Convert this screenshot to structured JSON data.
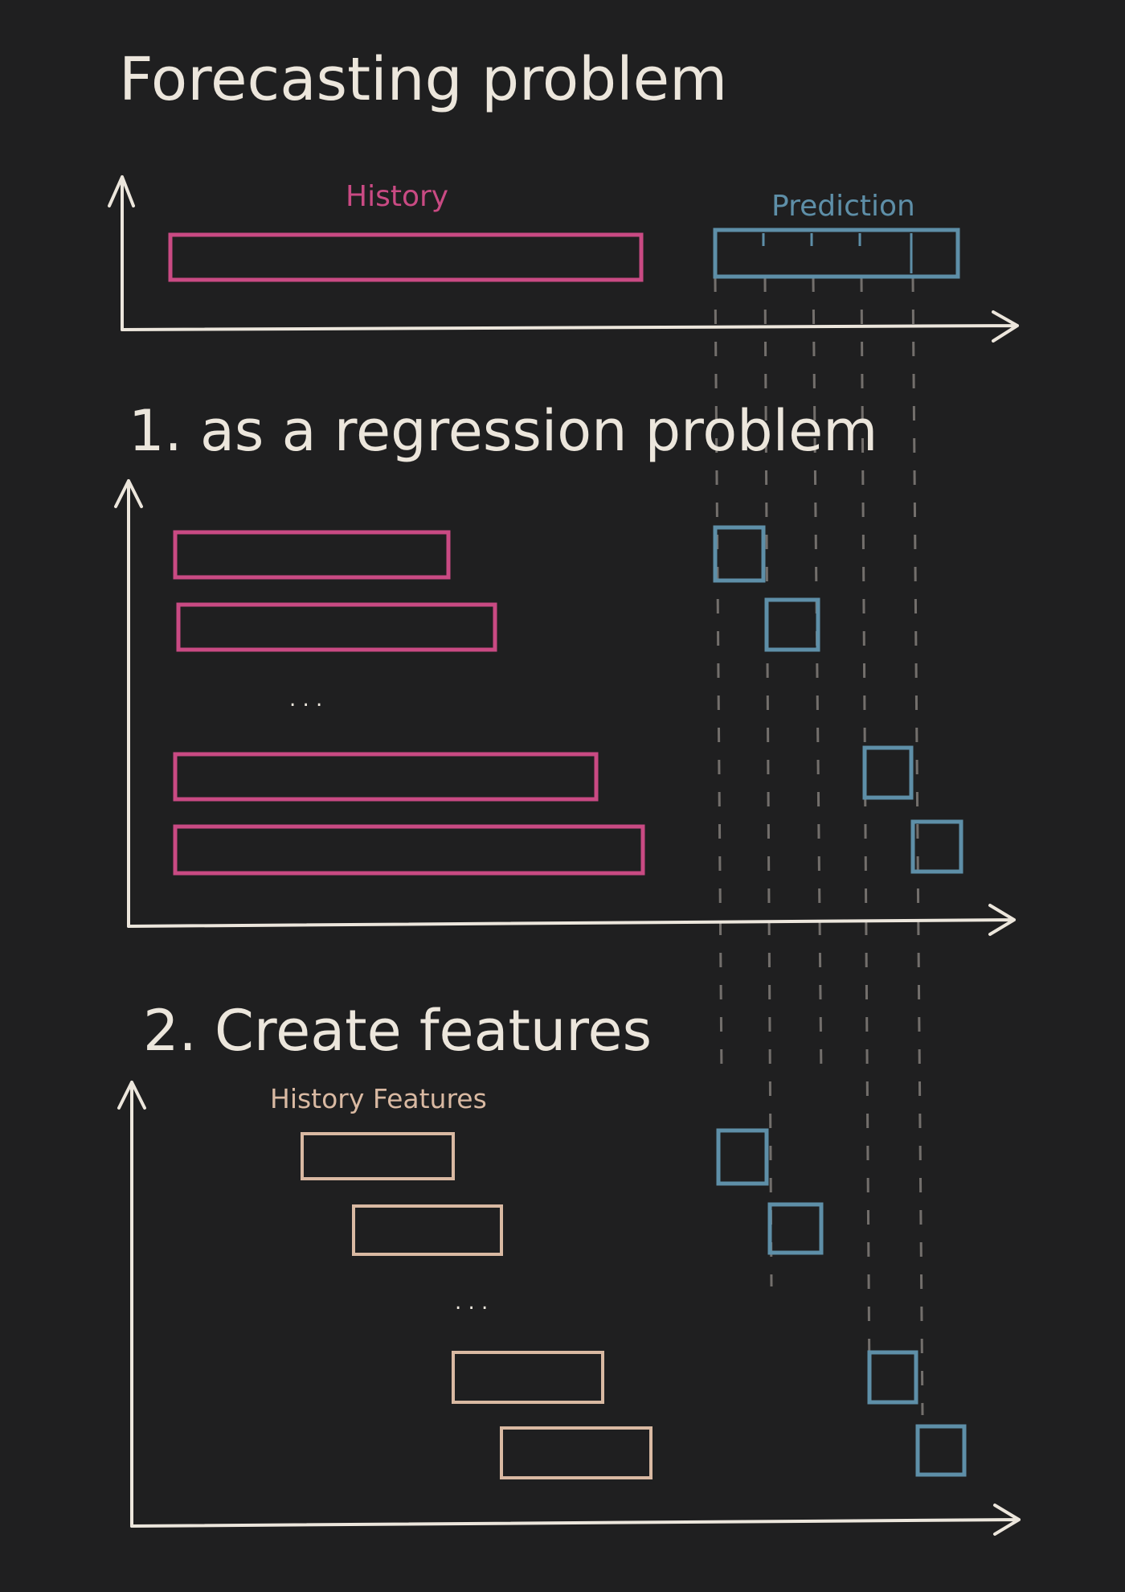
{
  "title": "Forecasting problem",
  "section1": {
    "history_label": "History",
    "prediction_label": "Prediction"
  },
  "section2": {
    "heading": "1. as a regression problem",
    "ellipsis": ". . ."
  },
  "section3": {
    "heading": "2. Create features",
    "features_label": "History Features",
    "ellipsis": ". . ."
  },
  "colors": {
    "background": "#1f1f20",
    "chalk": "#ece6dc",
    "history": "#c94a83",
    "prediction": "#5e8fa8",
    "features": "#d9b9a2"
  }
}
